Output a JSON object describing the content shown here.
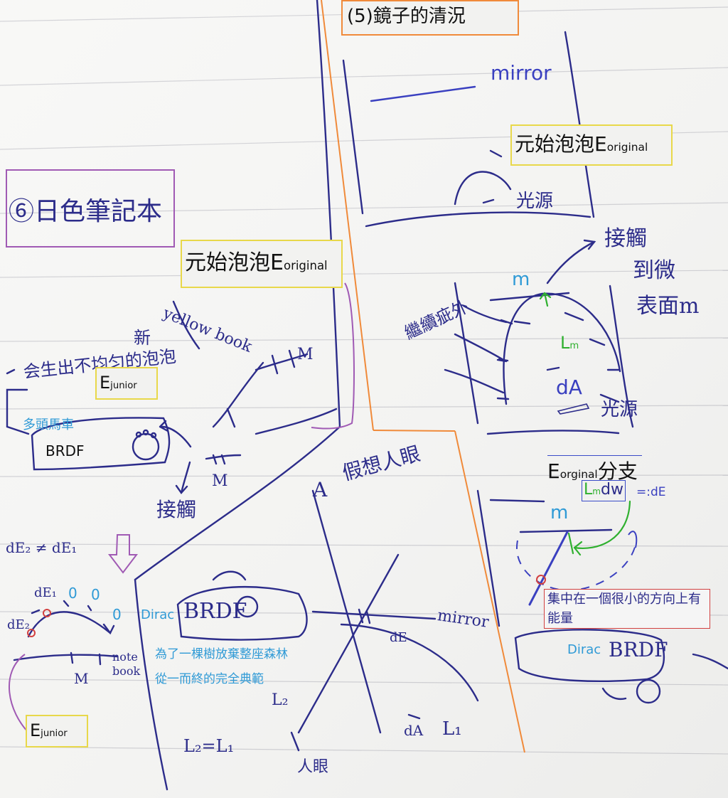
{
  "section5": {
    "title": "(5)鏡子的清況"
  },
  "section6": {
    "title": "⑥日色筆記本"
  },
  "labels": {
    "mirror_top": "mirror",
    "original_bubble_right": {
      "main": "元始泡泡E",
      "sub": "original"
    },
    "original_bubble_left": {
      "main": "元始泡泡E",
      "sub": "original"
    },
    "light_source_top": "光源",
    "receive_micro_surface": "接觸",
    "receive_micro_surface_2": "到微",
    "receive_micro_surface_3": "表面m",
    "m_top": "m",
    "continuous_rise": "繼續疵外",
    "Lm": {
      "main": "L",
      "sub": "m"
    },
    "dA_right": "dA",
    "light_source_mid": "光源",
    "uneven_bubble": "会生出不均匀的泡泡",
    "new": "新",
    "yellow_book": "yellow book",
    "M_near_yellow": "M",
    "E_junior_top": {
      "main": "E",
      "sub": "junior"
    },
    "multi_horse": "多頭馬車",
    "BRDF_left": "BRDF",
    "M_under_paw": "M",
    "reflect_left": "接觸",
    "imaginary_eye": "假想人眼",
    "A_label": "A",
    "E_orginal_branch": {
      "main": "E",
      "sub": "orginal",
      "tail": "分支"
    },
    "Lm_dw": {
      "main": "L",
      "sub": "m",
      "tail": "dw"
    },
    "eq_dE": "=:dE",
    "m_bottom": "m",
    "concentrate_note": "集中在一個很小的方向上有能量",
    "dirac_right": "Dirac",
    "BRDF_right": "BRDF",
    "dE2_dE1": "dE₂ ≠ dE₁",
    "dE1": "dE₁",
    "zero_1": "0",
    "zero_2": "0",
    "zero_3": "0",
    "dE2": "dE₂",
    "dirac_left": "Dirac",
    "BRDF_center": "BRDF",
    "mirror_center": "mirror",
    "dE_center": "dE",
    "note_book": "note book",
    "M_bottom": "M",
    "proverb_1": "為了一棵樹放棄整座森林",
    "proverb_2": "從一而終的完全典範",
    "L2_label": "L₂",
    "L2_eq_L1": "L₂=L₁",
    "eye_bottom": "人眼",
    "dA_bottom": "dA",
    "L1_label": "L₁",
    "E_junior_bottom": {
      "main": "E",
      "sub": "junior"
    }
  },
  "colors": {
    "ink": "#2c2c8a",
    "orange": "#f08a3a",
    "yellow_box": "#e8d84a",
    "purple_box": "#a05ab4",
    "cyan": "#2f9ad6",
    "green": "#2fb02f",
    "red": "#d24040",
    "blue": "#3a40c0"
  }
}
